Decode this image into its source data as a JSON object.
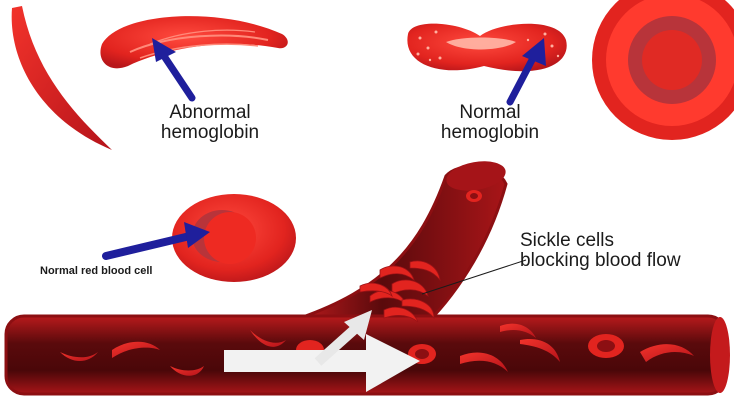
{
  "labels": {
    "abnormal_line1": "Abnormal",
    "abnormal_line2": "hemoglobin",
    "normal_line1": "Normal",
    "normal_line2": "hemoglobin",
    "normal_red_blood_cell": "Normal red blood cell",
    "sickle_line1": "Sickle cells",
    "sickle_line2": "blocking blood flow"
  },
  "colors": {
    "blood_red": "#e2241f",
    "dark_red": "#8c0f12",
    "vessel_inner": "#5a0a0c",
    "pointer_arrow": "#1f1f9c",
    "flow_arrow": "#f2f2f2",
    "label_text": "#1b1b1b"
  }
}
